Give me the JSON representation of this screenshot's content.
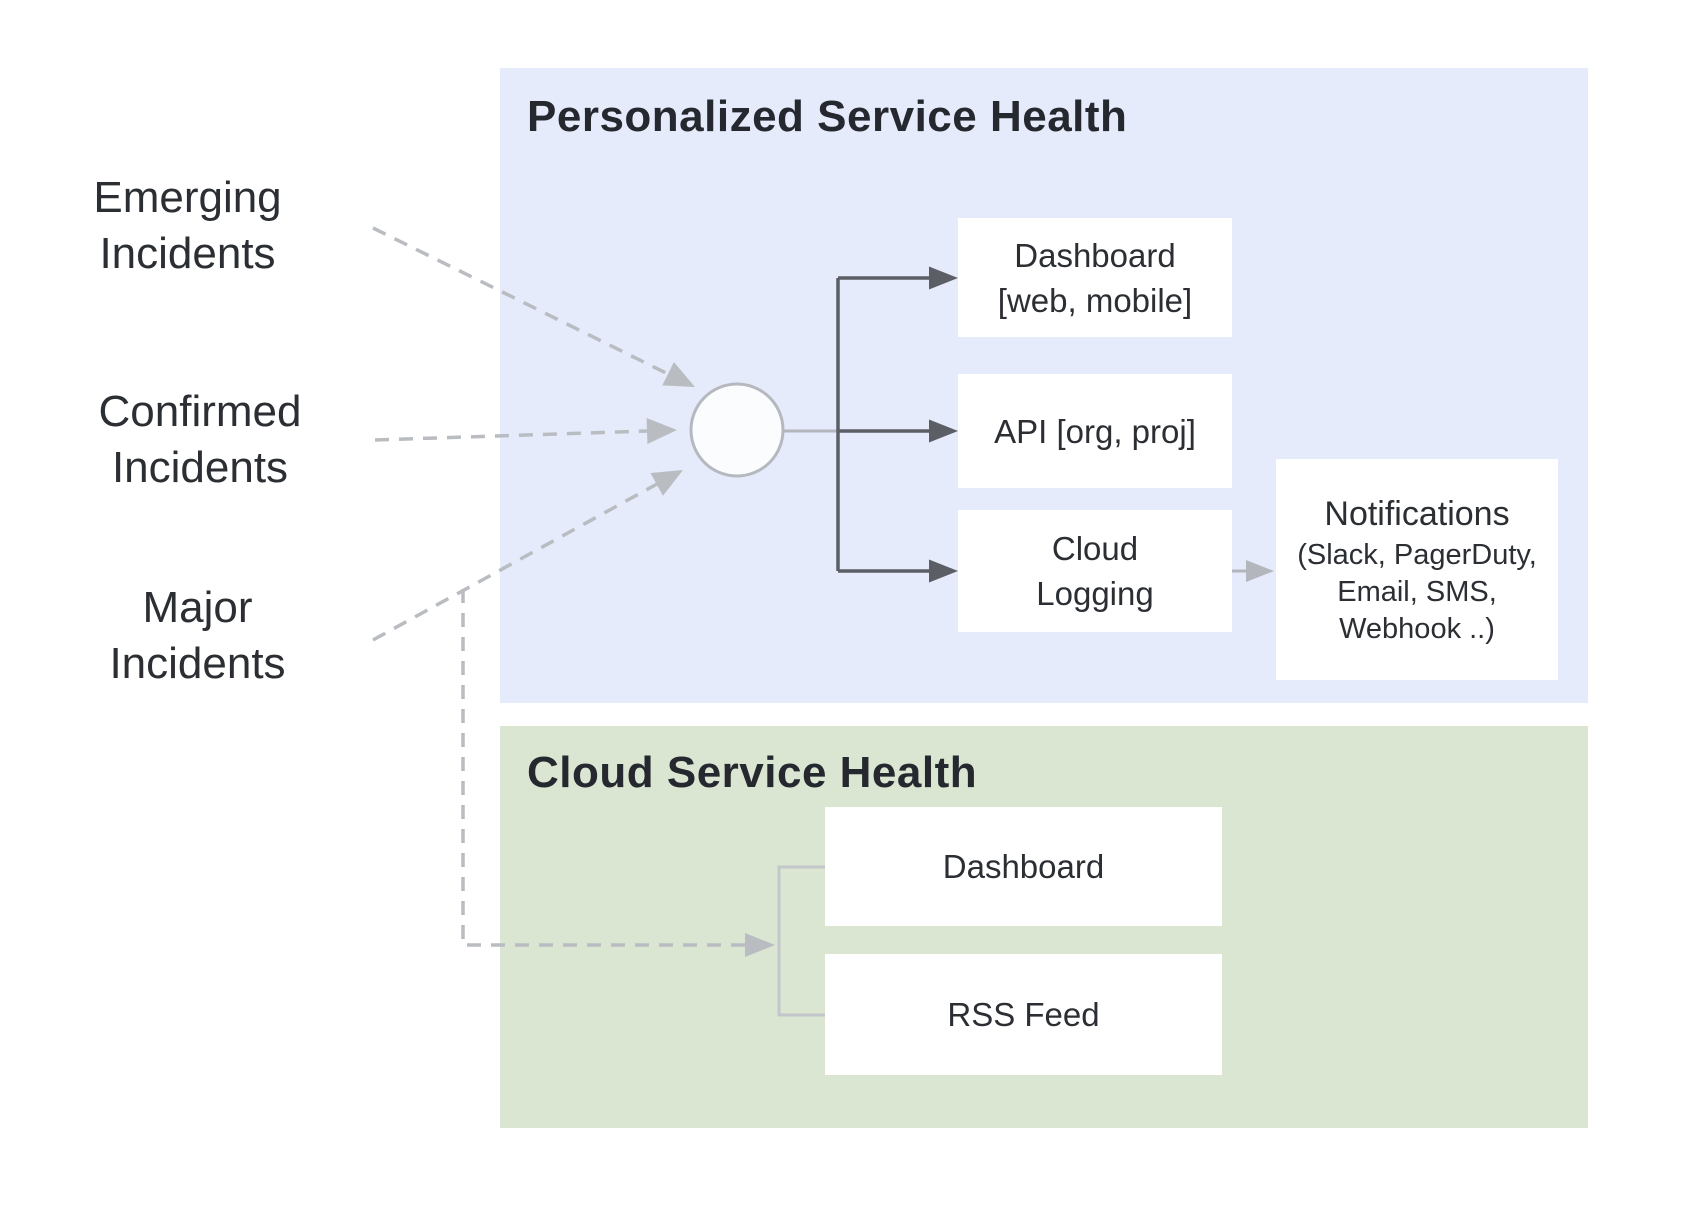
{
  "sources": [
    {
      "id": "emerging",
      "label_lines": [
        "Emerging",
        "Incidents"
      ]
    },
    {
      "id": "confirmed",
      "label_lines": [
        "Confirmed",
        "Incidents"
      ]
    },
    {
      "id": "major",
      "label_lines": [
        "Major",
        "Incidents"
      ]
    }
  ],
  "personalized_panel": {
    "title": "Personalized Service Health",
    "boxes": {
      "dashboard": {
        "lines": [
          "Dashboard",
          "[web, mobile]"
        ]
      },
      "api": {
        "lines": [
          "API [org, proj]"
        ]
      },
      "cloud_logging": {
        "lines": [
          "Cloud",
          "Logging"
        ]
      },
      "notifications": {
        "title": "Notifications",
        "sub_lines": [
          "(Slack, PagerDuty,",
          "Email, SMS,",
          "Webhook ..)"
        ]
      }
    }
  },
  "cloud_panel": {
    "title": "Cloud Service Health",
    "boxes": {
      "dashboard": {
        "label": "Dashboard"
      },
      "rss_feed": {
        "label": "RSS Feed"
      }
    }
  },
  "colors": {
    "personalized_panel_bg": "#e6ebfb",
    "cloud_panel_bg": "#dbe6d2",
    "box_bg": "#ffffff",
    "text": "#2b2e33",
    "dark_connector": "#5b5e64",
    "light_connector": "#b3b6bc",
    "dashed_connector": "#b9bcc1",
    "hub_fill": "#fbfcfe",
    "hub_stroke": "#b5b9bf"
  }
}
